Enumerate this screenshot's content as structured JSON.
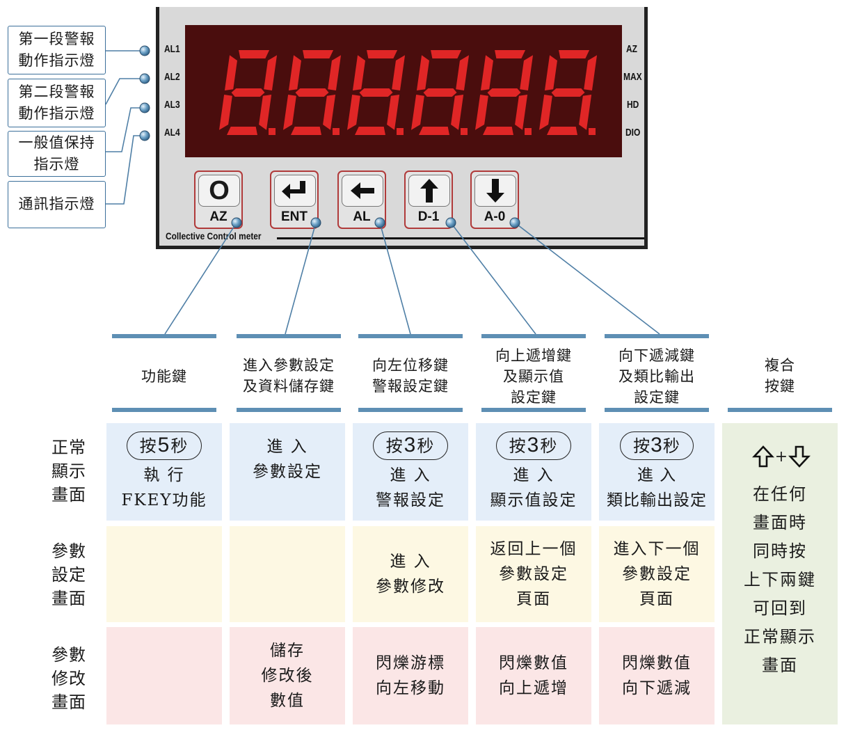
{
  "display": {
    "digits": [
      "8",
      "8",
      "8",
      "8",
      "8",
      "8"
    ],
    "left_leds": [
      "AL1",
      "AL2",
      "AL3",
      "AL4"
    ],
    "right_leds": [
      "AZ",
      "MAX",
      "HD",
      "DIO"
    ],
    "brand": "Collective Control meter"
  },
  "keys": [
    {
      "symbol": "O",
      "label": "AZ",
      "icon": "o-key-icon"
    },
    {
      "symbol": "",
      "label": "ENT",
      "icon": "enter-arrow-icon"
    },
    {
      "symbol": "",
      "label": "AL",
      "icon": "left-arrow-icon"
    },
    {
      "symbol": "",
      "label": "D-1",
      "icon": "up-arrow-icon"
    },
    {
      "symbol": "",
      "label": "A-0",
      "icon": "down-arrow-icon"
    }
  ],
  "indicators": [
    {
      "line1": "第一段警報",
      "line2": "動作指示燈"
    },
    {
      "line1": "第二段警報",
      "line2": "動作指示燈"
    },
    {
      "line1": "一般值保持",
      "line2": "指示燈"
    },
    {
      "line1": "通訊指示燈",
      "line2": ""
    }
  ],
  "columns": [
    {
      "line1": "功能鍵",
      "line2": "",
      "line3": ""
    },
    {
      "line1": "進入參數設定",
      "line2": "及資料儲存鍵",
      "line3": ""
    },
    {
      "line1": "向左位移鍵",
      "line2": "警報設定鍵",
      "line3": ""
    },
    {
      "line1": "向上遞增鍵",
      "line2": "及顯示值",
      "line3": "設定鍵"
    },
    {
      "line1": "向下遞減鍵",
      "line2": "及類比輸出",
      "line3": "設定鍵"
    },
    {
      "line1": "複合",
      "line2": "按鍵",
      "line3": ""
    }
  ],
  "rows": [
    {
      "l1": "正常",
      "l2": "顯示",
      "l3": "畫面"
    },
    {
      "l1": "參數",
      "l2": "設定",
      "l3": "畫面"
    },
    {
      "l1": "參數",
      "l2": "修改",
      "l3": "畫面"
    }
  ],
  "normal": [
    {
      "pill_pre": "按",
      "pill_num": "5",
      "pill_post": "秒",
      "l1": "執 行",
      "l2": "FKEY功能"
    },
    {
      "pill_pre": "",
      "pill_num": "",
      "pill_post": "",
      "l1": "進 入",
      "l2": "參數設定"
    },
    {
      "pill_pre": "按",
      "pill_num": "3",
      "pill_post": "秒",
      "l1": "進 入",
      "l2": "警報設定"
    },
    {
      "pill_pre": "按",
      "pill_num": "3",
      "pill_post": "秒",
      "l1": "進 入",
      "l2": "顯示值設定"
    },
    {
      "pill_pre": "按",
      "pill_num": "3",
      "pill_post": "秒",
      "l1": "進 入",
      "l2": "類比輸出設定"
    }
  ],
  "param_set": [
    {
      "l1": "",
      "l2": "",
      "l3": ""
    },
    {
      "l1": "",
      "l2": "",
      "l3": ""
    },
    {
      "l1": "進 入",
      "l2": "參數修改",
      "l3": ""
    },
    {
      "l1": "返回上一個",
      "l2": "參數設定",
      "l3": "頁面"
    },
    {
      "l1": "進入下一個",
      "l2": "參數設定",
      "l3": "頁面"
    }
  ],
  "param_mod": [
    {
      "l1": "",
      "l2": "",
      "l3": ""
    },
    {
      "l1": "儲存",
      "l2": "修改後",
      "l3": "數值"
    },
    {
      "l1": "閃爍游標",
      "l2": "向左移動",
      "l3": ""
    },
    {
      "l1": "閃爍數值",
      "l2": "向上遞增",
      "l3": ""
    },
    {
      "l1": "閃爍數值",
      "l2": "向下遞減",
      "l3": ""
    }
  ],
  "combo": {
    "plus": "+",
    "lines": [
      "在任何",
      "畫面時",
      "同時按",
      "上下兩鍵",
      "可回到",
      "正常顯示",
      "畫面"
    ]
  },
  "colors": {
    "segment": "#e02626",
    "screen": "#4a0d0d",
    "accent": "#5e8fb4",
    "key_border": "#b03a3a"
  }
}
